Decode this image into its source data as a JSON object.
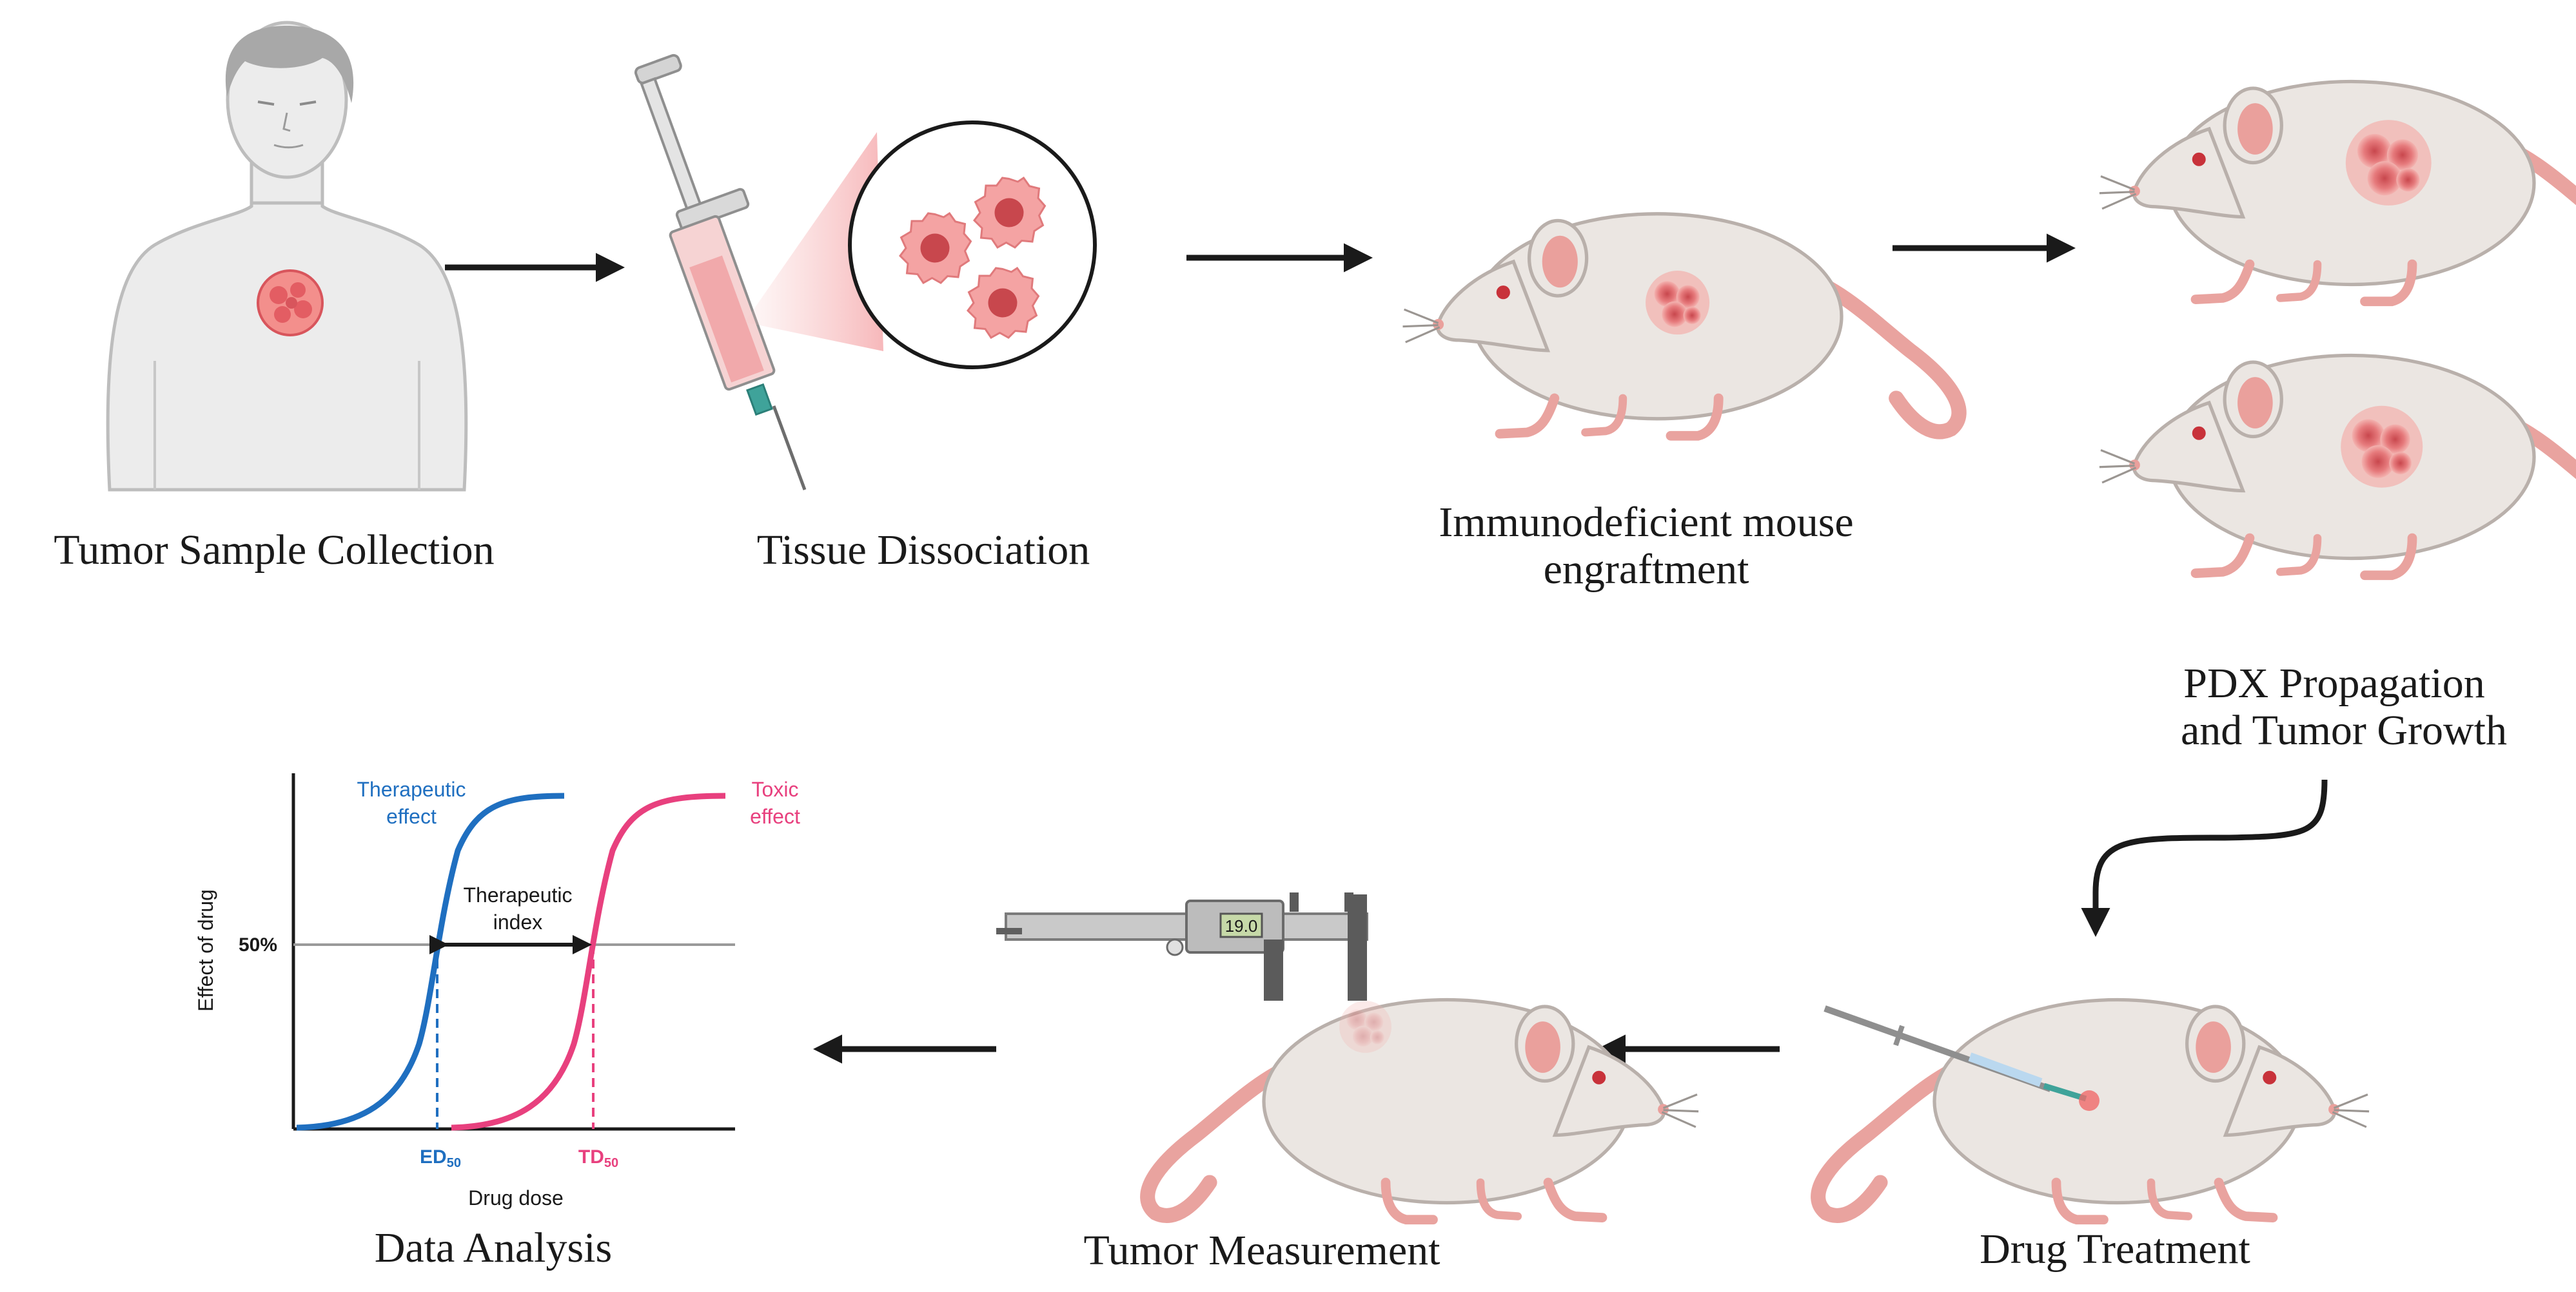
{
  "steps": {
    "collection": "Tumor Sample Collection",
    "dissociation": "Tissue Dissociation",
    "engraftment_line1": "Immunodeficient mouse",
    "engraftment_line2": "engraftment",
    "propagation_line1": "PDX Propagation",
    "propagation_line2": "and Tumor Growth",
    "treatment": "Drug Treatment",
    "measurement": "Tumor Measurement",
    "analysis": "Data Analysis"
  },
  "caliper": {
    "reading": "19.0"
  },
  "graph": {
    "ylabel": "Effect of drug",
    "xlabel": "Drug dose",
    "fifty_tick": "50%",
    "therapeutic_label_line1": "Therapeutic",
    "therapeutic_label_line2": "effect",
    "toxic_label_line1": "Toxic",
    "toxic_label_line2": "effect",
    "index_label_line1": "Therapeutic",
    "index_label_line2": "index",
    "ed_main": "ED",
    "ed_sub": "50",
    "td_main": "TD",
    "td_sub": "50"
  },
  "colors": {
    "therapeutic": "#1f6fc0",
    "toxic": "#e8407e",
    "mouse_body": "#ebe6e2",
    "mouse_pink": "#eaa09c",
    "tumor": "#e06a6e",
    "arrow": "#1a1a1a"
  }
}
